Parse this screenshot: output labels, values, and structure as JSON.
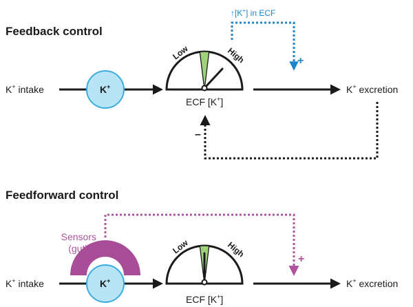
{
  "colors": {
    "ink": "#1a1a1a",
    "ion_fill": "#b8e4f6",
    "ion_stroke": "#3aaede",
    "normal_band": "#9fd27a",
    "feedback_signal": "#1d86c8",
    "feedforward_signal": "#b0549e",
    "sensor_fill": "#a84e98"
  },
  "feedback": {
    "title": "Feedback control",
    "intake": {
      "k": "K",
      "charge": "+",
      "rest": " intake"
    },
    "ion": {
      "k": "K",
      "charge": "+"
    },
    "gauge": {
      "low": "Low",
      "high": "High",
      "label_pre": "ECF [K",
      "label_charge": "+",
      "label_post": "]"
    },
    "excretion": {
      "k": "K",
      "charge": "+",
      "rest": " excretion"
    },
    "signal": {
      "arrow": "↑",
      "pre": "[K",
      "charge": "+",
      "post": "] in ECF"
    },
    "plus_sign": "+",
    "minus_sign": "–"
  },
  "feedforward": {
    "title": "Feedforward control",
    "intake": {
      "k": "K",
      "charge": "+",
      "rest": " intake"
    },
    "ion": {
      "k": "K",
      "charge": "+"
    },
    "sensor": {
      "line1": "Sensors",
      "line2": "(gut)"
    },
    "gauge": {
      "low": "Low",
      "high": "High",
      "label_pre": "ECF [K",
      "label_charge": "+",
      "label_post": "]"
    },
    "excretion": {
      "k": "K",
      "charge": "+",
      "rest": " excretion"
    },
    "plus_sign": "+"
  }
}
